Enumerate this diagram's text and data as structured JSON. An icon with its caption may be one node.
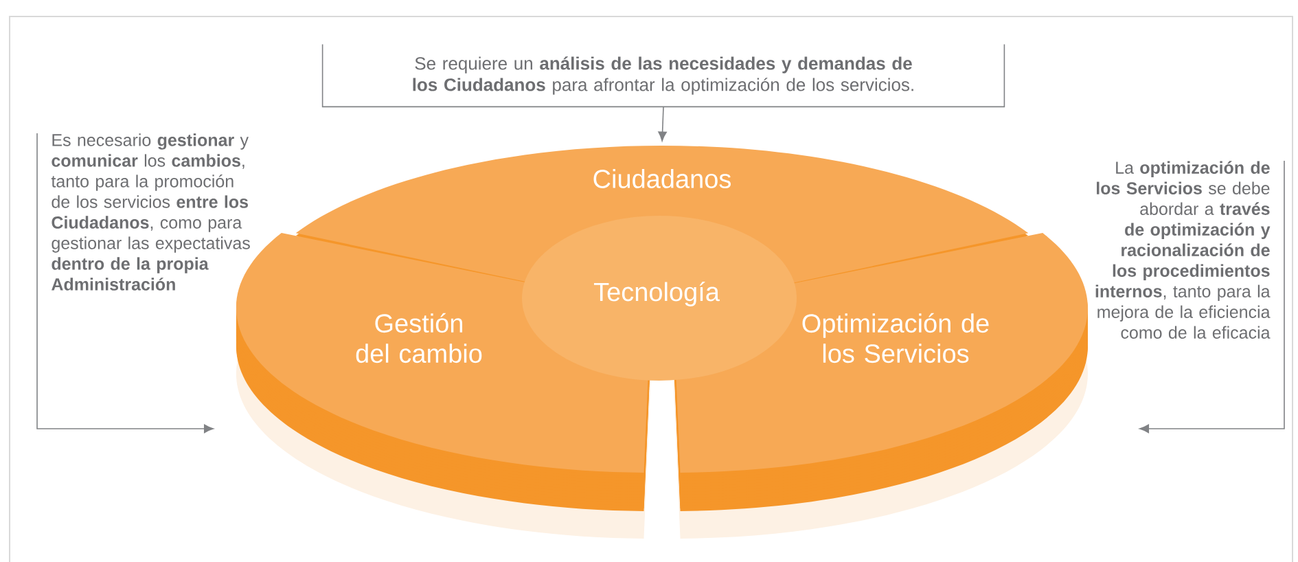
{
  "diagram": {
    "nodes": [
      {
        "text": [
          "Se requiere un **análisis de las necesidades y demandas de los Ciudadanos** para afrontar la optimización de los servicios."
        ]
      },
      {
        "text": [
          "Es necesario **gestionar** y **comunicar** los **cambios**, tanto para la promoción de los servicios **entre los Ciudadanos**, como para gestionar las expectativas **dentro de la propia Administración**"
        ]
      },
      {
        "text": [
          "La **optimización de los Servicios** se debe abordar a **través de optimización y racionalización de los procedimientos internos**, tanto para la mejora de la eficiencia como de la eficacia"
        ]
      },
      {
        "text": [
          "Ciudadanos"
        ]
      },
      {
        "text": [
          "Gestión del cambio"
        ]
      },
      {
        "text": [
          "Optimización de los Servicios"
        ]
      },
      {
        "text": [
          "Tecnología"
        ]
      }
    ],
    "edges": [
      {
        "from": 0,
        "to": 3,
        "arrow": "to"
      },
      {
        "from": 1,
        "to": 4,
        "arrow": "to"
      },
      {
        "from": 2,
        "to": 5,
        "arrow": "to"
      }
    ]
  }
}
